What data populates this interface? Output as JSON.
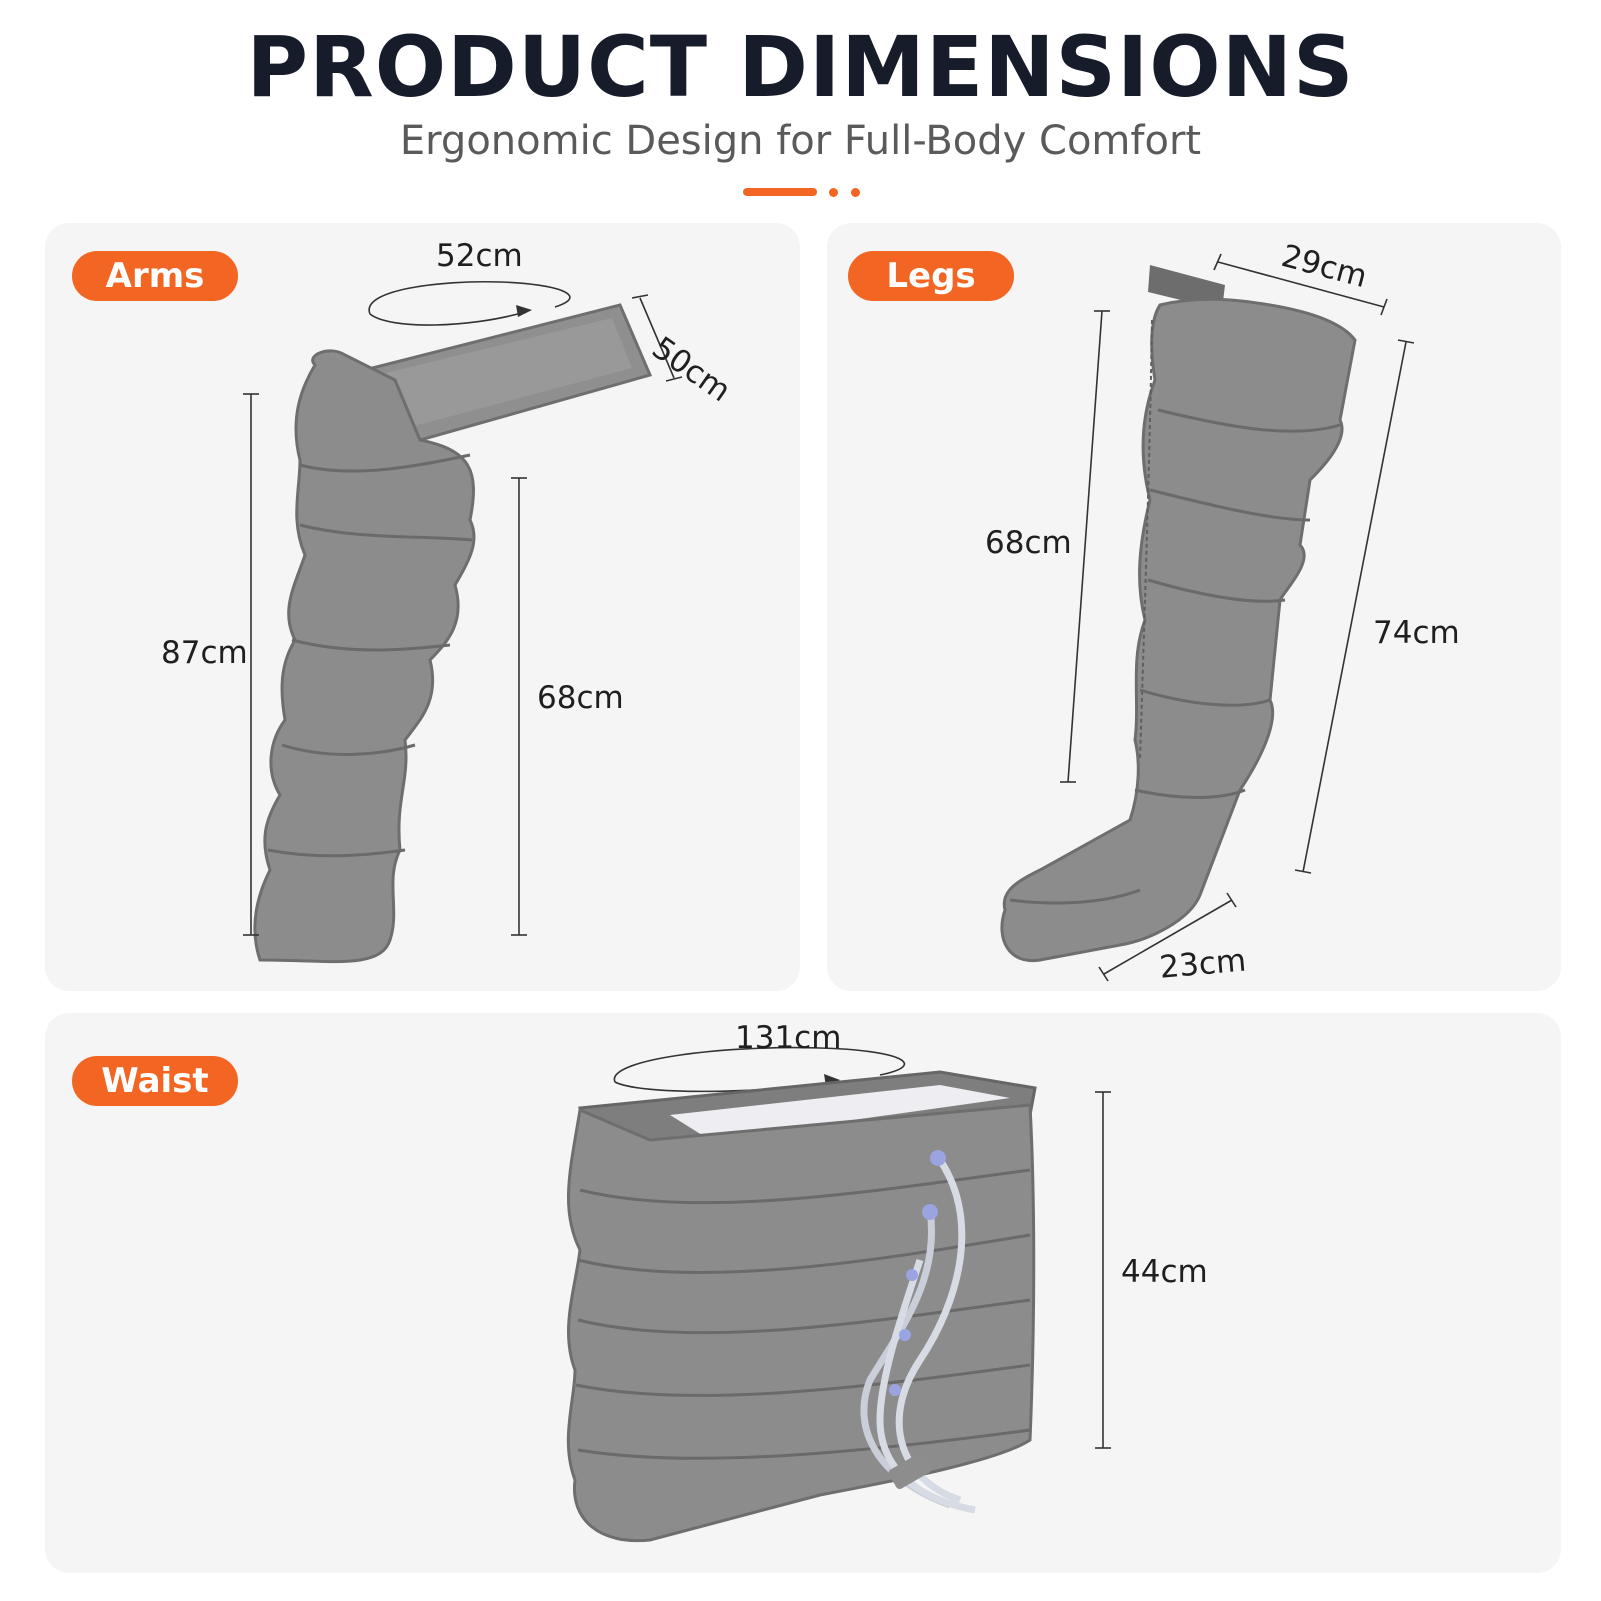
{
  "header": {
    "title": "PRODUCT DIMENSIONS",
    "subtitle": "Ergonomic Design for Full-Body Comfort"
  },
  "colors": {
    "accent": "#f26522",
    "panel_bg": "#f5f5f5",
    "product_gray": "#8c8c8c",
    "title_color": "#171c2b"
  },
  "panels": {
    "arms": {
      "label": "Arms",
      "circumference": "52cm",
      "strap_width": "50cm",
      "total_length": "87cm",
      "sleeve_length": "68cm"
    },
    "legs": {
      "label": "Legs",
      "top_width": "29cm",
      "inner_length": "68cm",
      "outer_length": "74cm",
      "foot_width": "23cm"
    },
    "waist": {
      "label": "Waist",
      "circumference": "131cm",
      "height": "44cm"
    }
  }
}
